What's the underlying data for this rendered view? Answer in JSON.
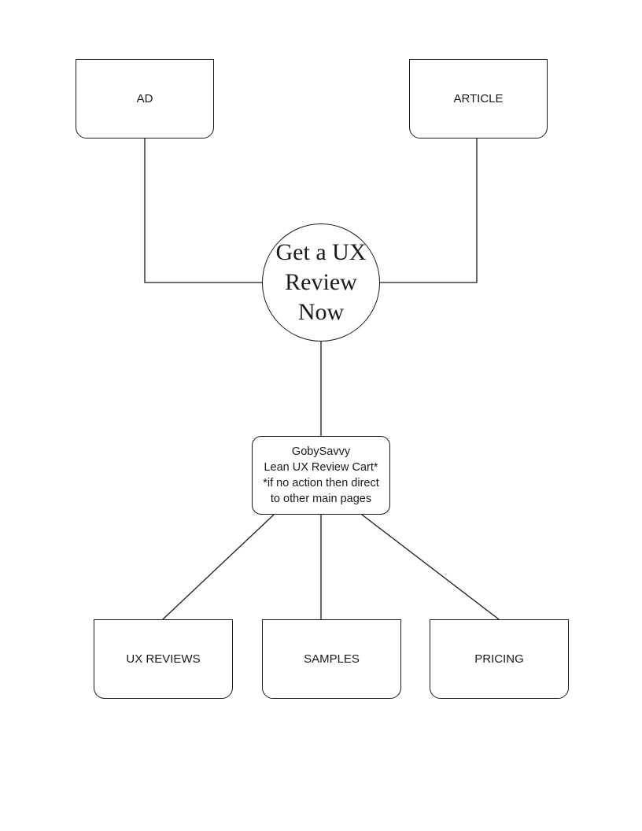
{
  "diagram": {
    "sources": [
      {
        "label": "AD"
      },
      {
        "label": "ARTICLE"
      }
    ],
    "hub": {
      "line1": "Get a UX",
      "line2": "Review",
      "line3": "Now"
    },
    "cart": {
      "line1": "GobySavvy",
      "line2": "Lean UX Review Cart*",
      "line3": "*if no action then direct",
      "line4": "to other main pages"
    },
    "pages": [
      {
        "label": "UX REVIEWS"
      },
      {
        "label": "SAMPLES"
      },
      {
        "label": "PRICING"
      }
    ],
    "colors": {
      "stroke": "#1a1a1a",
      "background": "#ffffff"
    }
  }
}
